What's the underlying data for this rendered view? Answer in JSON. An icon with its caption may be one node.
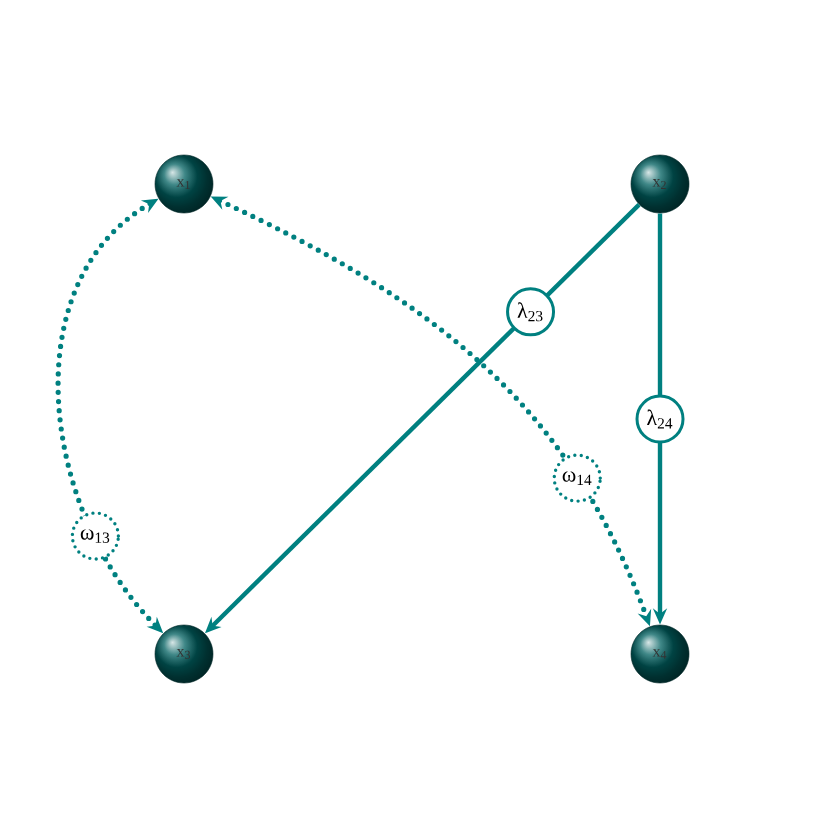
{
  "diagram": {
    "nodes": [
      {
        "text": [
          "x$_{1}$"
        ]
      },
      {
        "text": [
          "x$_{2}$"
        ]
      },
      {
        "text": [
          "x$_{3}$"
        ]
      },
      {
        "text": [
          "x$_{4}$"
        ]
      }
    ],
    "edges": [
      {
        "from": 1,
        "to": 2,
        "arrow": "to",
        "label": "λ$_{23}$"
      },
      {
        "from": 1,
        "to": 3,
        "arrow": "to",
        "label": "λ$_{24}$"
      },
      {
        "from": 0,
        "to": 2,
        "arrow": "both",
        "label": "ω$_{13}$",
        "style": "dashed"
      },
      {
        "from": 0,
        "to": 3,
        "arrow": "both",
        "label": "ω$_{14}$",
        "style": "dashed"
      }
    ]
  }
}
